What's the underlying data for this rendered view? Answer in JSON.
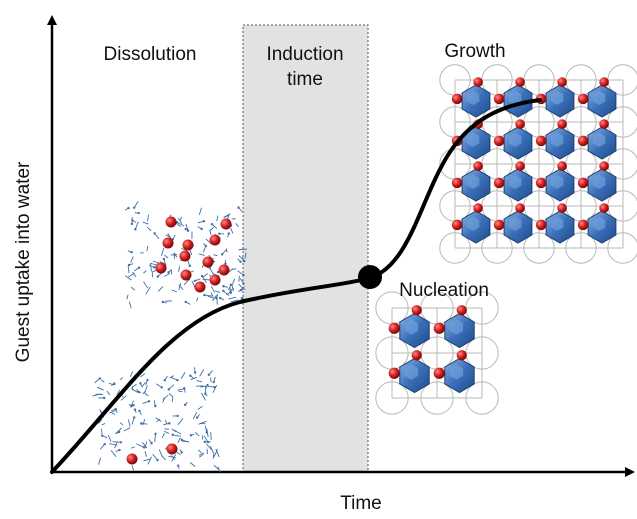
{
  "axes": {
    "y_label": "Guest uptake into water",
    "x_label": "Time"
  },
  "stages": {
    "dissolution": "Dissolution",
    "induction_line1": "Induction",
    "induction_line2": "time",
    "growth": "Growth",
    "nucleation": "Nucleation"
  },
  "colors": {
    "curve": "#000000",
    "induction_band": "#e2e2e2",
    "band_border": "#555555",
    "cage": "#3a6fb8",
    "cage_light": "#6ea0dc",
    "guest": "#d42020",
    "water_network": "#3f6ea8",
    "framework": "#b8b8b8"
  },
  "icons": {
    "marker": "nucleation-point-icon",
    "small_cluster": "hydrate-nucleus-icon",
    "large_lattice": "hydrate-crystal-icon",
    "dissolved_upper": "dissolved-guests-icon",
    "dissolved_lower": "dissolved-guests-low-icon"
  }
}
